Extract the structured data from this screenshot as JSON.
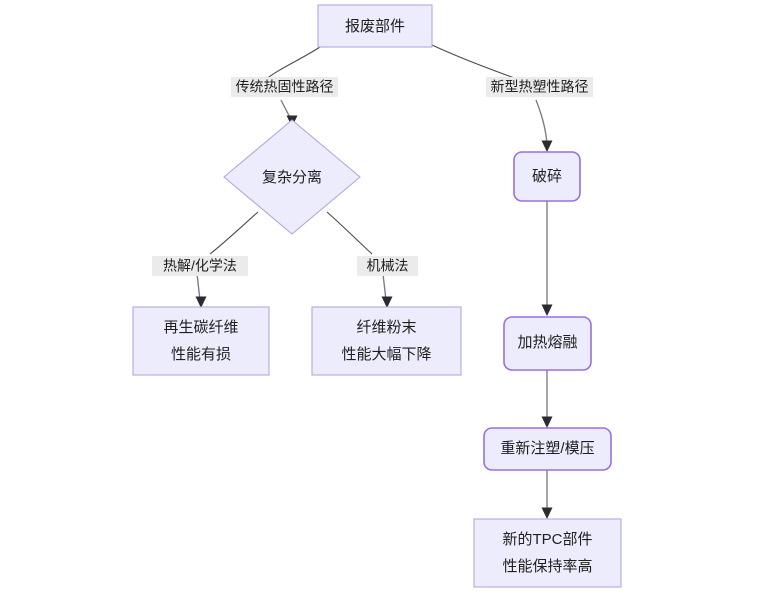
{
  "diagram": {
    "type": "flowchart",
    "direction": "top-down",
    "background": "#ffffff",
    "palette": {
      "node_fill": "#ececfd",
      "node_stroke": "#b6a7e0",
      "round_node_stroke": "#9a6fe0",
      "edge_stroke": "#7a7a82",
      "curved_edge_stroke": "#4a4a50",
      "arrow_fill": "#2b2b31",
      "label_text": "#1f1f1f",
      "edge_label_bg": "#ebebeb"
    },
    "nodes": [
      {
        "id": "scrap",
        "shape": "rect",
        "lines": [
          "报废部件"
        ]
      },
      {
        "id": "separation",
        "shape": "diamond",
        "lines": [
          "复杂分离"
        ]
      },
      {
        "id": "recycled_fiber",
        "shape": "rect",
        "lines": [
          "再生碳纤维",
          "性能有损"
        ]
      },
      {
        "id": "fiber_powder",
        "shape": "rect",
        "lines": [
          "纤维粉末",
          "性能大幅下降"
        ]
      },
      {
        "id": "crush",
        "shape": "round-rect",
        "lines": [
          "破碎"
        ]
      },
      {
        "id": "heat_melt",
        "shape": "round-rect",
        "lines": [
          "加热熔融"
        ]
      },
      {
        "id": "remold",
        "shape": "round-rect",
        "lines": [
          "重新注塑/模压"
        ]
      },
      {
        "id": "new_tpc",
        "shape": "rect",
        "lines": [
          "新的TPC部件",
          "性能保持率高"
        ]
      }
    ],
    "edges": [
      {
        "id": "e1",
        "from": "scrap",
        "to": "separation",
        "label": "传统热固性路径"
      },
      {
        "id": "e2",
        "from": "scrap",
        "to": "crush",
        "label": "新型热塑性路径"
      },
      {
        "id": "e3",
        "from": "separation",
        "to": "recycled_fiber",
        "label": "热解/化学法"
      },
      {
        "id": "e4",
        "from": "separation",
        "to": "fiber_powder",
        "label": "机械法"
      },
      {
        "id": "e5",
        "from": "crush",
        "to": "heat_melt",
        "label": ""
      },
      {
        "id": "e6",
        "from": "heat_melt",
        "to": "remold",
        "label": ""
      },
      {
        "id": "e7",
        "from": "remold",
        "to": "new_tpc",
        "label": ""
      }
    ]
  }
}
